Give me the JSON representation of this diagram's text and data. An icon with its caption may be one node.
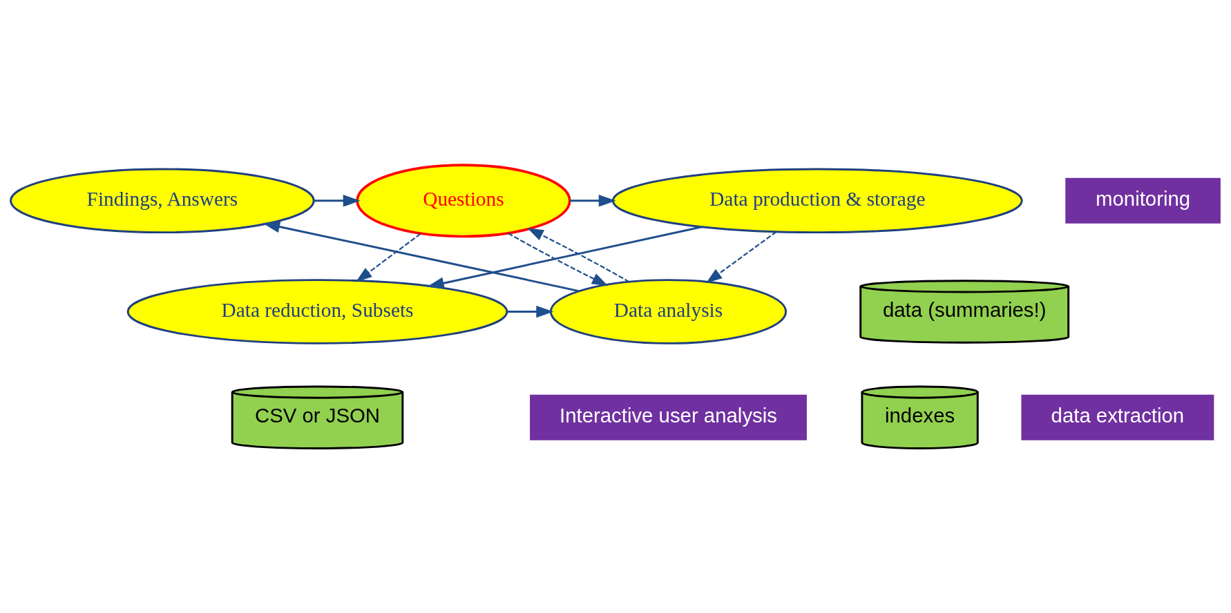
{
  "diagram": {
    "nodes": [
      {
        "text": [
          "Questions"
        ]
      },
      {
        "text": [
          "Data production & storage"
        ]
      },
      {
        "text": [
          "Data reduction, Subsets"
        ]
      },
      {
        "text": [
          "Data analysis"
        ]
      },
      {
        "text": [
          "Findings, Answers"
        ]
      },
      {
        "text": [
          "monitoring"
        ]
      },
      {
        "text": [
          "data (summaries!)"
        ]
      },
      {
        "text": [
          "indexes"
        ]
      },
      {
        "text": [
          "Interactive user analysis"
        ]
      },
      {
        "text": [
          "CSV or JSON"
        ]
      },
      {
        "text": [
          "data extraction"
        ]
      }
    ],
    "edges": [
      {
        "from": 0,
        "to": 1,
        "arrow": "to"
      },
      {
        "from": 1,
        "to": 2,
        "arrow": "to"
      },
      {
        "from": 2,
        "to": 3,
        "arrow": "to"
      },
      {
        "from": 3,
        "to": 4,
        "arrow": "to"
      },
      {
        "from": 4,
        "to": 0,
        "arrow": "to"
      },
      {
        "from": 3,
        "to": 0,
        "arrow": "to",
        "style": "dashed"
      },
      {
        "from": 0,
        "to": 3,
        "arrow": "to",
        "style": "dashed"
      },
      {
        "from": 0,
        "to": 2,
        "arrow": "to",
        "style": "dashed"
      },
      {
        "from": 1,
        "to": 3,
        "arrow": "to",
        "style": "dashed"
      }
    ]
  }
}
